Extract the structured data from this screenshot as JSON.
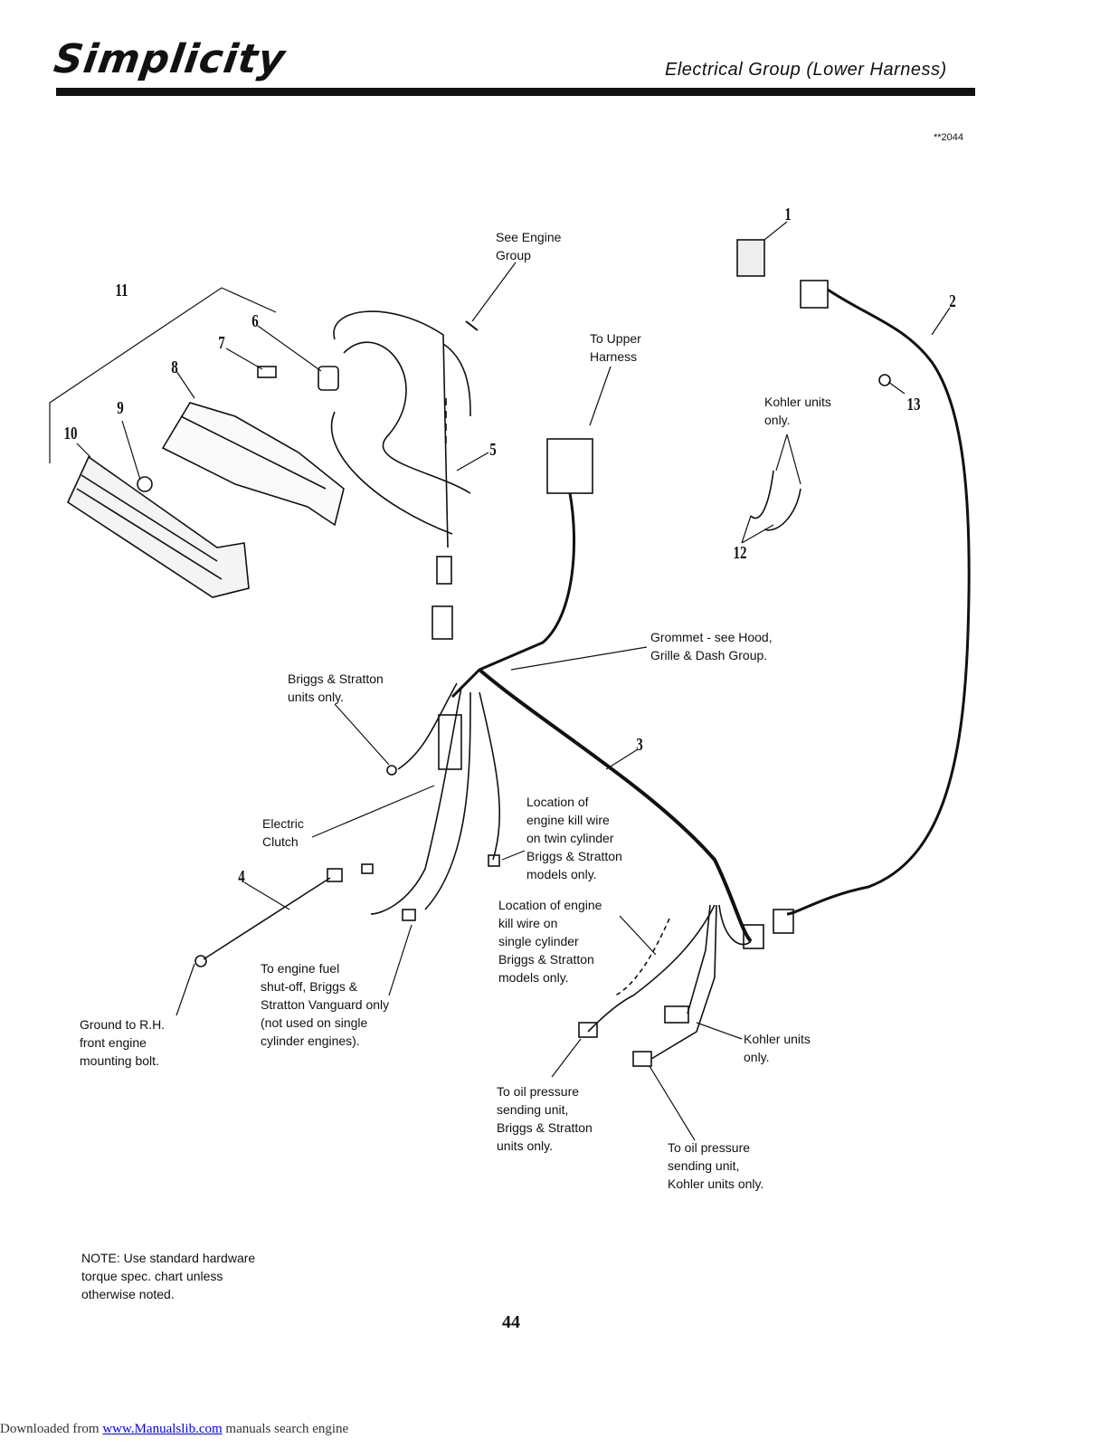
{
  "header": {
    "brand": "Simplicity",
    "title": "Electrical Group (Lower Harness)",
    "figure_no": "**2044"
  },
  "callouts": {
    "n1": "1",
    "n2": "2",
    "n3": "3",
    "n4": "4",
    "n5": "5",
    "n6": "6",
    "n7": "7",
    "n8": "8",
    "n9": "9",
    "n10": "10",
    "n11": "11",
    "n12": "12",
    "n13": "13"
  },
  "labels": {
    "see_engine": "See Engine\nGroup",
    "to_upper": "To Upper\nHarness",
    "kohler_top": "Kohler units\nonly.",
    "grommet": "Grommet - see Hood,\nGrille & Dash Group.",
    "briggs_only": "Briggs & Stratton\nunits only.",
    "electric_clutch": "Electric\nClutch",
    "kill_twin": "Location of\nengine kill wire\non twin cylinder\nBriggs & Stratton\nmodels only.",
    "kill_single": "Location of engine\nkill wire on\nsingle cylinder\nBriggs & Stratton\nmodels only.",
    "ground": "Ground to R.H.\nfront engine\nmounting bolt.",
    "fuel_shutoff": "To engine fuel\nshut-off, Briggs &\nStratton Vanguard only\n(not used on single\ncylinder engines).",
    "kohler_bottom": "Kohler units\nonly.",
    "oil_briggs": "To oil pressure\nsending unit,\nBriggs & Stratton\nunits only.",
    "oil_kohler": "To oil pressure\nsending unit,\nKohler units only."
  },
  "note": "NOTE: Use standard hardware\ntorque spec. chart unless\notherwise noted.",
  "page_number": "44",
  "footer": {
    "prefix": "Downloaded from ",
    "link": "www.Manualslib.com",
    "suffix": " manuals search engine"
  }
}
